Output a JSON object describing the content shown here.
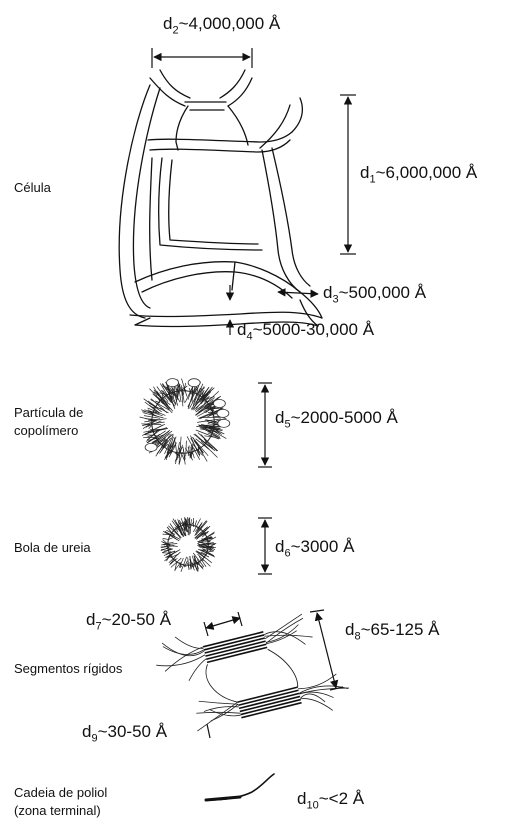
{
  "labels": {
    "cell": "Célula",
    "copolymer_line1": "Partícula de",
    "copolymer_line2": "copolímero",
    "urea": "Bola de ureia",
    "rigid": "Segmentos rígidos",
    "polyol_line1": "Cadeia de poliol",
    "polyol_line2": "(zona terminal)"
  },
  "dimensions": {
    "d1": {
      "sym": "d",
      "sub": "1",
      "val": "~6,000,000 Å"
    },
    "d2": {
      "sym": "d",
      "sub": "2",
      "val": "~4,000,000 Å"
    },
    "d3": {
      "sym": "d",
      "sub": "3",
      "val": "~500,000 Å"
    },
    "d4": {
      "sym": "d",
      "sub": "4",
      "val": "~5000-30,000 Å"
    },
    "d5": {
      "sym": "d",
      "sub": "5",
      "val": "~2000-5000 Å"
    },
    "d6": {
      "sym": "d",
      "sub": "6",
      "val": "~3000 Å"
    },
    "d7": {
      "sym": "d",
      "sub": "7",
      "val": "~20-50 Å"
    },
    "d8": {
      "sym": "d",
      "sub": "8",
      "val": "~65-125 Å"
    },
    "d9": {
      "sym": "d",
      "sub": "9",
      "val": "~30-50 Å"
    },
    "d10": {
      "sym": "d",
      "sub": "10",
      "val": "~<2 Å"
    }
  }
}
